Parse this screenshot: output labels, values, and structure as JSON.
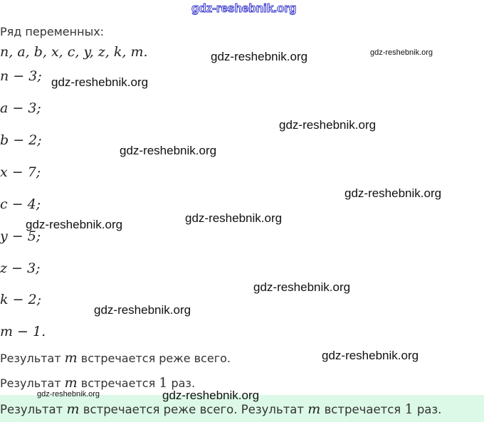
{
  "watermark": "gdz-reshebnik.org",
  "heading": "Ряд переменных:",
  "sequence": "n, a, b, x, c, y, z, k, m.",
  "counts": [
    "n − 3;",
    "a − 3;",
    "b − 2;",
    "x − 7;",
    "c − 4;",
    "y − 5;",
    "z − 3;",
    "k − 2;",
    "m − 1."
  ],
  "result1": {
    "pre": "Результат",
    "var": "m",
    "post": "встречается реже всего."
  },
  "result2": {
    "pre": "Результат",
    "var": "m",
    "mid": "встречается",
    "num": "1",
    "post": "раз."
  },
  "answer": {
    "pre1": "Результат",
    "var1": "m",
    "post1": "встречается реже всего.",
    "pre2": "Результат",
    "var2": "m",
    "mid2": "встречается",
    "num": "1",
    "post2": "раз."
  }
}
